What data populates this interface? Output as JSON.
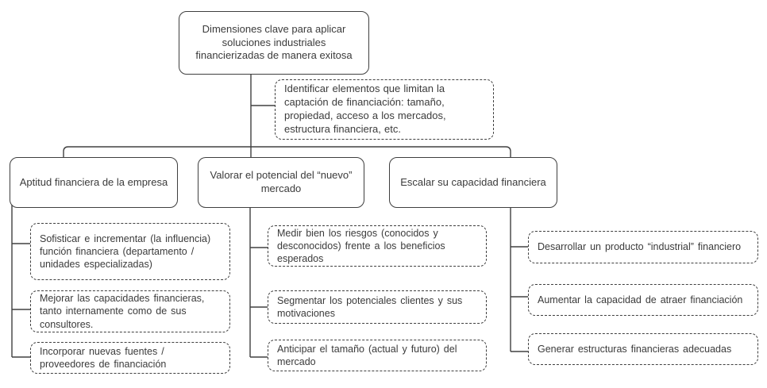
{
  "diagram": {
    "title_node": "Dimensiones clave para aplicar soluciones industriales financierizadas de manera exitosa",
    "note_node": "Identificar elementos que limitan la captación de financiación: tamaño, propiedad, acceso a los mercados, estructura financiera, etc.",
    "branches": [
      {
        "label": "Aptitud financiera de la empresa",
        "items": [
          "Sofisticar e incrementar (la influencia) función financiera (departamento / unidades especializadas)",
          "Mejorar las capacidades financieras, tanto internamente como de sus consultores.",
          "Incorporar nuevas fuentes / proveedores de financiación"
        ]
      },
      {
        "label": "Valorar el potencial del “nuevo” mercado",
        "items": [
          "Medir bien los riesgos (conocidos y desconocidos) frente a los beneficios esperados",
          "Segmentar los potenciales clientes y sus motivaciones",
          "Anticipar el tamaño (actual y futuro) del mercado"
        ]
      },
      {
        "label": "Escalar su capacidad financiera",
        "items": [
          "Desarrollar un producto “industrial” financiero",
          "Aumentar la capacidad de atraer financiación",
          "Generar estructuras financieras adecuadas"
        ]
      }
    ],
    "colors": {
      "line": "#404040",
      "border": "#3f3f3f",
      "text": "#3b3b3b",
      "background": "#ffffff"
    }
  }
}
